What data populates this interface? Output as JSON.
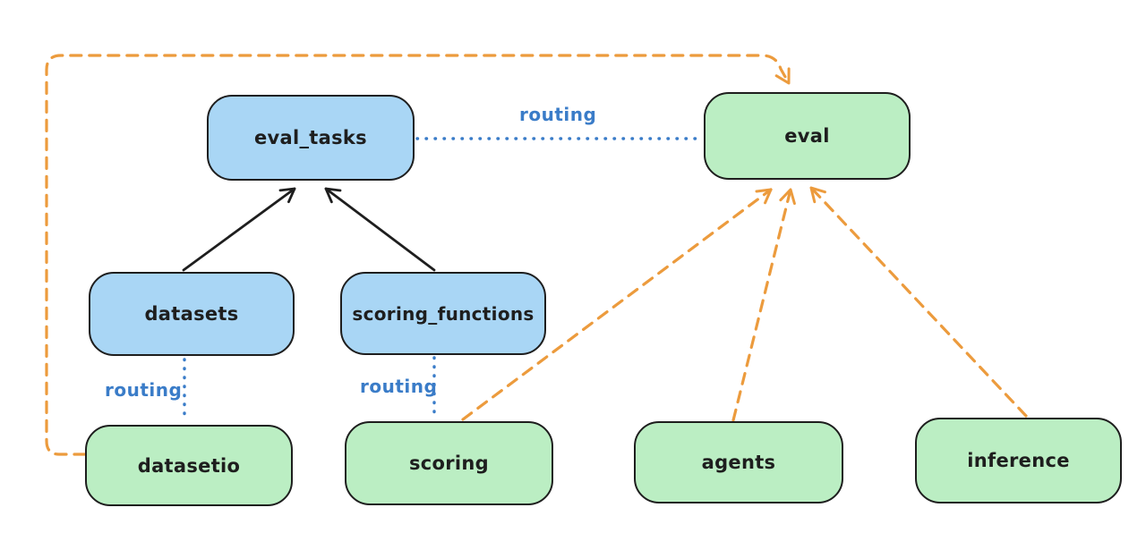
{
  "diagram": {
    "background": "#ffffff",
    "colors": {
      "box_border": "#1e1e1e",
      "blue_box_fill": "#a9d6f5",
      "green_box_fill": "#bbeec3",
      "routing_blue": "#3a7cc8",
      "dashed_orange": "#ec9b3d",
      "solid_arrow_black": "#1e1e1e"
    },
    "nodes": [
      {
        "id": "eval_tasks",
        "label": "eval_tasks",
        "fill": "blue"
      },
      {
        "id": "eval",
        "label": "eval",
        "fill": "green"
      },
      {
        "id": "datasets",
        "label": "datasets",
        "fill": "blue"
      },
      {
        "id": "scoring_functions",
        "label": "scoring_functions",
        "fill": "blue"
      },
      {
        "id": "datasetio",
        "label": "datasetio",
        "fill": "green"
      },
      {
        "id": "scoring",
        "label": "scoring",
        "fill": "green"
      },
      {
        "id": "agents",
        "label": "agents",
        "fill": "green"
      },
      {
        "id": "inference",
        "label": "inference",
        "fill": "green"
      }
    ],
    "edge_labels": [
      {
        "id": "routing-top",
        "text": "routing"
      },
      {
        "id": "routing-datasets",
        "text": "routing"
      },
      {
        "id": "routing-scoring",
        "text": "routing"
      }
    ],
    "edges": [
      {
        "from": "datasets",
        "to": "eval_tasks",
        "style": "solid",
        "arrow": true,
        "color": "black"
      },
      {
        "from": "scoring_functions",
        "to": "eval_tasks",
        "style": "solid",
        "arrow": true,
        "color": "black"
      },
      {
        "from": "eval_tasks",
        "to": "eval",
        "style": "dotted",
        "arrow": false,
        "color": "blue",
        "label": "routing"
      },
      {
        "from": "datasets",
        "to": "datasetio",
        "style": "dotted",
        "arrow": false,
        "color": "blue",
        "label": "routing"
      },
      {
        "from": "scoring_functions",
        "to": "scoring",
        "style": "dotted",
        "arrow": false,
        "color": "blue",
        "label": "routing"
      },
      {
        "from": "datasetio",
        "to": "eval",
        "style": "dashed",
        "arrow": true,
        "color": "orange"
      },
      {
        "from": "scoring",
        "to": "eval",
        "style": "dashed",
        "arrow": true,
        "color": "orange"
      },
      {
        "from": "agents",
        "to": "eval",
        "style": "dashed",
        "arrow": true,
        "color": "orange"
      },
      {
        "from": "inference",
        "to": "eval",
        "style": "dashed",
        "arrow": true,
        "color": "orange"
      }
    ]
  }
}
